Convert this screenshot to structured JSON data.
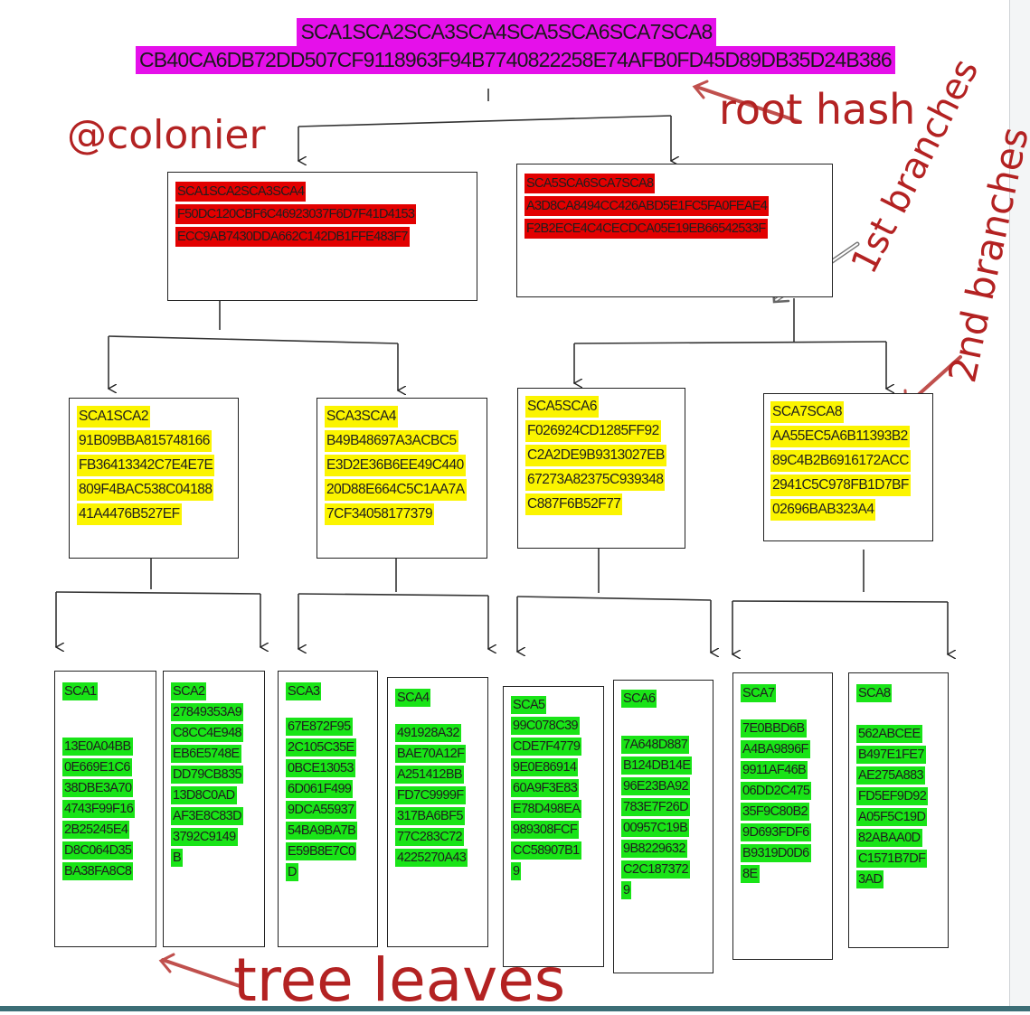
{
  "root": {
    "label": "SCA1SCA2SCA3SCA4SCA5SCA6SCA7SCA8",
    "hash": "CB40CA6DB72DD507CF9118963F94B7740822258E74AFB0FD45D89DB35D24B386"
  },
  "level1": [
    {
      "label": "SCA1SCA2SCA3SCA4",
      "lines": [
        "F50DC120CBF6C46923037F6D7F41D4153",
        "ECC9AB7430DDA662C142DB1FFE483F7"
      ]
    },
    {
      "label": "SCA5SCA6SCA7SCA8",
      "lines": [
        "A3D8CA8494CC426ABD5E1FC5FA0FEAE4",
        "F2B2ECE4C4CECDCA05E19EB66542533F"
      ]
    }
  ],
  "level2": [
    {
      "label": "SCA1SCA2",
      "lines": [
        "91B09BBA815748166",
        "FB36413342C7E4E7E",
        "809F4BAC538C04188",
        "41A4476B527EF"
      ]
    },
    {
      "label": "SCA3SCA4",
      "lines": [
        "B49B48697A3ACBC5",
        "E3D2E36B6EE49C440",
        "20D88E664C5C1AA7A",
        "7CF34058177379"
      ]
    },
    {
      "label": "SCA5SCA6",
      "lines": [
        "F026924CD1285FF92",
        "C2A2DE9B9313027EB",
        "67273A82375C939348",
        "C887F6B52F77"
      ]
    },
    {
      "label": "SCA7SCA8",
      "lines": [
        "AA55EC5A6B11393B2",
        "89C4B2B6916172ACC",
        "2941C5C978FB1D7BF",
        "02696BAB323A4"
      ]
    }
  ],
  "leaves": [
    {
      "label": "SCA1",
      "lines": [
        "13E0A04BB",
        "0E669E1C6",
        "38DBE3A70",
        "4743F99F16",
        "2B25245E4",
        "D8C064D35",
        "BA38FA8C8"
      ]
    },
    {
      "label": "SCA2",
      "lines": [
        "27849353A9",
        "C8CC4E948",
        "EB6E5748E",
        "DD79CB835",
        "13D8C0AD",
        "AF3E8C83D",
        "3792C9149",
        "B"
      ]
    },
    {
      "label": "SCA3",
      "lines": [
        "67E872F95",
        "2C105C35E",
        "0BCE13053",
        "6D061F499",
        "9DCA55937",
        "54BA9BA7B",
        "E59B8E7C0",
        "D"
      ]
    },
    {
      "label": "SCA4",
      "lines": [
        "491928A32",
        "BAE70A12F",
        "A251412BB",
        "FD7C9999F",
        "317BA6BF5",
        "77C283C72",
        "4225270A43"
      ]
    },
    {
      "label": "SCA5",
      "lines": [
        "99C078C39",
        "CDE7F4779",
        "9E0E86914",
        "60A9F3E83",
        "E78D498EA",
        "989308FCF",
        "CC58907B1",
        "9"
      ]
    },
    {
      "label": "SCA6",
      "lines": [
        "7A648D887",
        "B124DB14E",
        "96E23BA92",
        "783E7F26D",
        "00957C19B",
        "9B8229632",
        "C2C187372",
        "9"
      ]
    },
    {
      "label": "SCA7",
      "lines": [
        "7E0BBD6B",
        "A4BA9896F",
        "9911AF46B",
        "06DD2C475",
        "35F9C80B2",
        "9D693FDF6",
        "B9319D0D6",
        "8E"
      ]
    },
    {
      "label": "SCA8",
      "lines": [
        "562ABCEE",
        "B497E1FE7",
        "AE275A883",
        "FD5EF9D92",
        "A05F5C19D",
        "82ABAA0D",
        "C1571B7DF",
        "3AD"
      ]
    }
  ],
  "annotations": {
    "watermark": "@colonier",
    "root_hash": "root hash",
    "first_branches": "1st branches",
    "second_branches": "2nd branches",
    "tree_leaves": "tree leaves"
  },
  "colors": {
    "root_highlight": "#e510ea",
    "level1_highlight": "#e20000",
    "level2_highlight": "#fbf400",
    "leaf_highlight": "#19e417",
    "annotation_text": "#b32222",
    "arrow": "#c0504d"
  }
}
